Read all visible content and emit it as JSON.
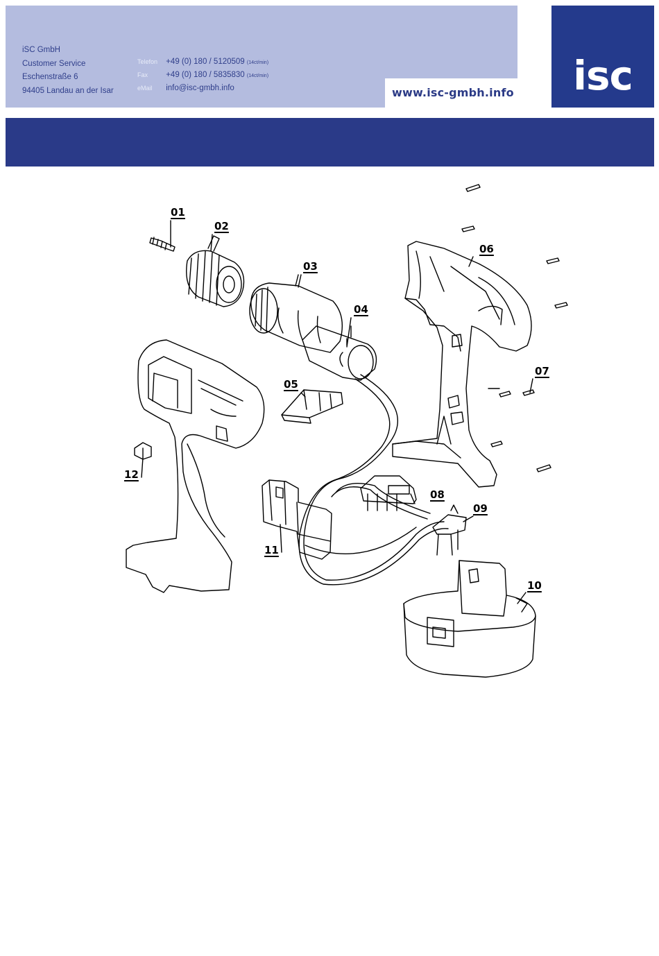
{
  "company": {
    "name": "iSC GmbH",
    "department": "Customer Service",
    "street": "Eschenstraße 6",
    "city": "94405 Landau an der Isar"
  },
  "contact": [
    {
      "label": "Telefon",
      "value": "+49 (0) 180 / 5120509",
      "rate": "(14ct/min)"
    },
    {
      "label": "Fax",
      "value": "+49 (0) 180 / 5835830",
      "rate": "(14ct/min)"
    },
    {
      "label": "eMail",
      "value": "info@isc-gmbh.info",
      "rate": ""
    }
  ],
  "website": "www.isc-gmbh.info",
  "logo": "isc",
  "colors": {
    "header_light": "#b4bcdf",
    "brand_dark": "#2a3a88",
    "logo_bg": "#243a8c"
  },
  "parts": [
    "01",
    "02",
    "03",
    "04",
    "05",
    "06",
    "07",
    "08",
    "09",
    "10",
    "11",
    "12"
  ]
}
